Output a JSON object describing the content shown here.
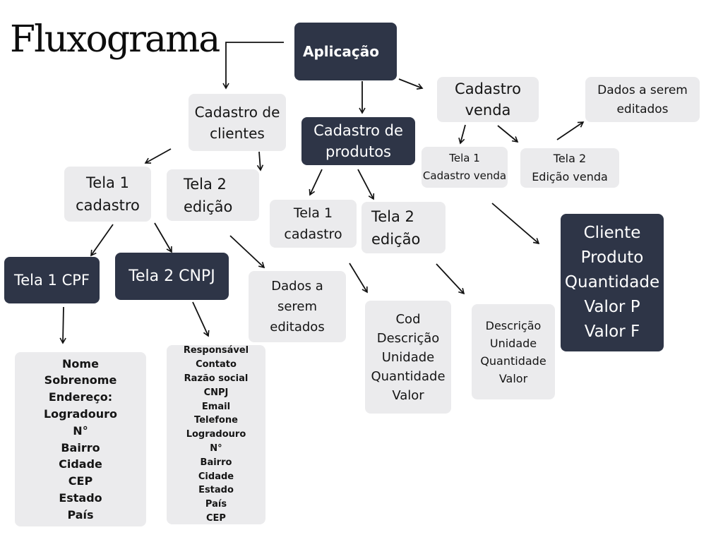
{
  "title": "Fluxograma",
  "colors": {
    "dark_box": "#2e3547",
    "light_box": "#ebebed",
    "arrow": "#111111"
  },
  "nodes": {
    "aplicacao": "Aplicação",
    "cadastro_clientes": "Cadastro de\nclientes",
    "cadastro_produtos": "Cadastro de\nprodutos",
    "cadastro_venda": "Cadastro\nvenda",
    "dados_editados_venda": "Dados a serem\neditados",
    "tela1_cadastro_venda": "Tela 1\nCadastro venda",
    "tela2_edicao_venda": "Tela 2\nEdição venda",
    "tela1_cadastro_clientes": "Tela 1\ncadastro",
    "tela2_edicao_clientes": "Tela 2\nedição",
    "tela1_cadastro_produtos": "Tela 1\ncadastro",
    "tela2_edicao_produtos": "Tela 2\nedição",
    "venda_campos": "Cliente\nProduto\nQuantidade\nValor P\nValor F",
    "tela1_cpf": "Tela 1 CPF",
    "tela2_cnpj": "Tela 2 CNPJ",
    "dados_editados_clientes": "Dados a\nserem\neditados",
    "produto_campos_cadastro": "Cod\nDescrição\nUnidade\nQuantidade\nValor",
    "produto_campos_edicao": "Descrição\nUnidade\nQuantidade\nValor",
    "cpf_campos": "Nome\nSobrenome\nEndereço:\nLogradouro\nN°\nBairro\nCidade\nCEP\nEstado\nPaís",
    "cnpj_campos": "Responsável\nContato\nRazão social\nCNPJ\nEmail\nTelefone\nLogradouro\nN°\nBairro\nCidade\nEstado\nPaís\nCEP"
  }
}
